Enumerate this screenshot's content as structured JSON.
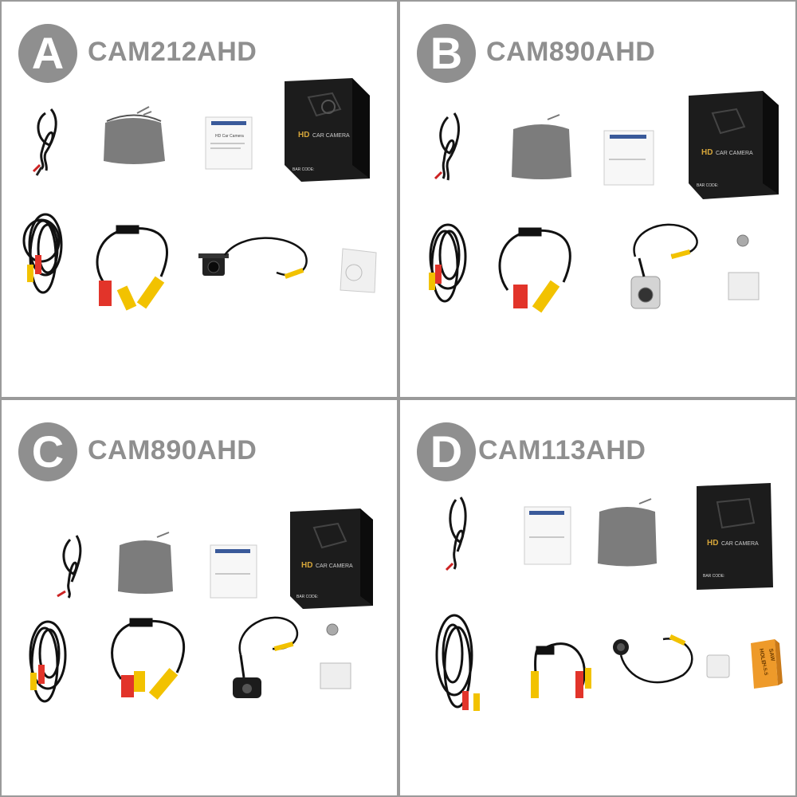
{
  "panels": [
    {
      "letter": "A",
      "model": "CAM212AHD",
      "camera": "square-black",
      "extras": [
        "sticker-pad"
      ]
    },
    {
      "letter": "B",
      "model": "CAM890AHD",
      "camera": "silver-bracket",
      "extras": [
        "screw",
        "sticker-pad"
      ]
    },
    {
      "letter": "C",
      "model": "CAM890AHD",
      "camera": "black-bracket",
      "extras": [
        "screw",
        "sticker-pad"
      ]
    },
    {
      "letter": "D",
      "model": "CAM113AHD",
      "camera": "round-flush",
      "extras": [
        "sticker-pad",
        "hole-saw"
      ]
    }
  ],
  "box": {
    "brand_hd": "HD",
    "brand_text": "CAR CAMERA",
    "barcode_label": "BAR CODE:"
  },
  "manual": {
    "title": "HD Car Camera",
    "subtitle": "Instructions"
  },
  "holesaw": {
    "line1": "HOLE",
    "line2": "SAW",
    "line3": "H.S.S"
  },
  "colors": {
    "badge": "#8f8f8f",
    "border": "#9a9a9a",
    "box": "#1c1c1c",
    "bag": "#7a7a7a",
    "rca_yellow": "#f2c200",
    "rca_red": "#e2342a"
  }
}
